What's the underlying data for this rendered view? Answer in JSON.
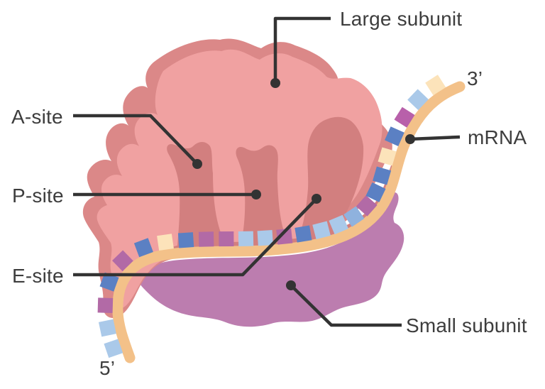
{
  "diagram": {
    "labels": {
      "large_subunit": "Large subunit",
      "small_subunit": "Small subunit",
      "a_site": "A-site",
      "p_site": "P-site",
      "e_site": "E-site",
      "mrna": "mRNA",
      "five_prime": "5’",
      "three_prime": "3’"
    }
  },
  "palette": {
    "pink_light": "#f0a1a1",
    "pink_rim": "#db8888",
    "pink_deep": "#d27f7f",
    "mauve": "#bc7daf",
    "mrna_orange": "#f3c189",
    "line_col": "#333333",
    "text_col": "#3d3d3d",
    "codon_lightblue": "#aac9e9",
    "codon_periwinkle": "#8fb2de",
    "codon_blue": "#5b80c3",
    "codon_purple": "#b26aa6",
    "codon_magenta": "#b860aa",
    "codon_cream": "#fce3ba"
  },
  "mrna": {
    "codon_colors": [
      "lightblue",
      "lightblue",
      "purple",
      "blue",
      "purple",
      "blue",
      "cream",
      "blue",
      "purple",
      "purple",
      "lightblue",
      "lightblue",
      "purple",
      "blue",
      "lightblue",
      "lightblue",
      "periwinkle",
      "purple",
      "blue",
      "blue",
      "cream",
      "blue",
      "magenta",
      "lightblue",
      "cream"
    ]
  }
}
